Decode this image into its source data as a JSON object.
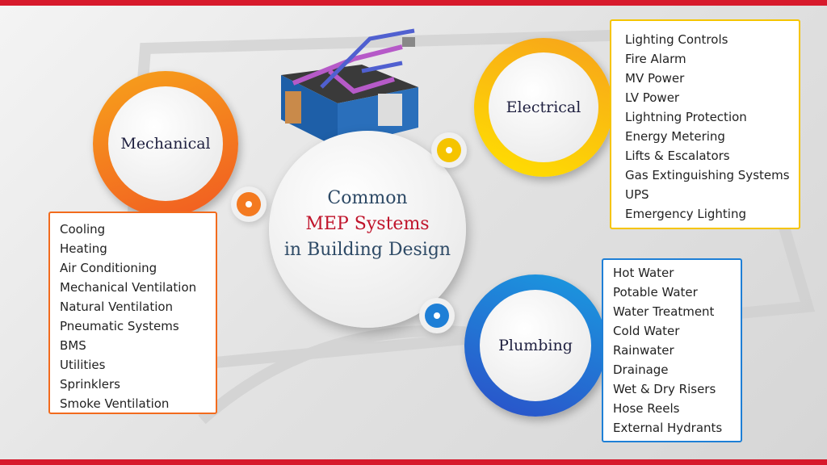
{
  "title": {
    "line1": "Common",
    "line2": "MEP Systems",
    "line3": "in Building Design"
  },
  "colors": {
    "mechanical": "#f26b1d",
    "electrical": "#f5c400",
    "plumbing": "#1e7fd6",
    "accent_red": "#d71a2c"
  },
  "mechanical": {
    "label": "Mechanical",
    "items": [
      "Cooling",
      "Heating",
      "Air Conditioning",
      "Mechanical Ventilation",
      "Natural Ventilation",
      "Pneumatic Systems",
      "BMS",
      "Utilities",
      "Sprinklers",
      "Smoke Ventilation"
    ]
  },
  "electrical": {
    "label": "Electrical",
    "items": [
      "Lighting Controls",
      "Fire Alarm",
      "MV Power",
      "LV Power",
      "Lightning Protection",
      "Energy Metering",
      "Lifts & Escalators",
      "Gas Extinguishing Systems",
      "UPS",
      "Emergency Lighting"
    ]
  },
  "plumbing": {
    "label": "Plumbing",
    "items": [
      "Hot Water",
      "Potable Water",
      "Water Treatment",
      "Cold Water",
      "Rainwater",
      "Drainage",
      "Wet & Dry Risers",
      "Hose Reels",
      "External Hydrants"
    ]
  }
}
